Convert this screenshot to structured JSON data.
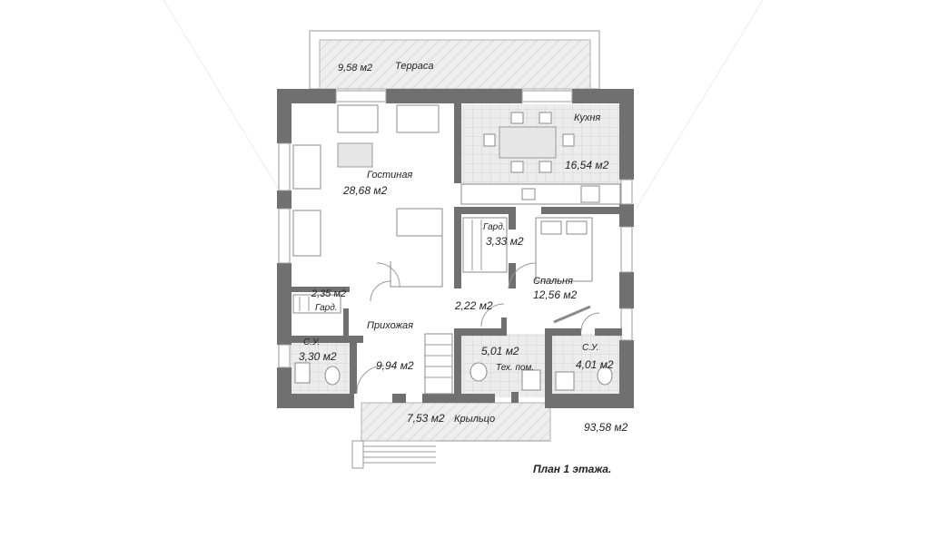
{
  "plan": {
    "title": "План 1 этажа.",
    "total_area": "93,58 м2",
    "rooms": [
      {
        "id": "terrace",
        "name": "Терраса",
        "area": "9,58 м2"
      },
      {
        "id": "living",
        "name": "Гостиная",
        "area": "28,68 м2"
      },
      {
        "id": "kitchen",
        "name": "Кухня",
        "area": "16,54 м2"
      },
      {
        "id": "wardrobe-bedroom",
        "name": "Гард.",
        "area": "3,33 м2"
      },
      {
        "id": "bedroom",
        "name": "Спальня",
        "area": "12,56 м2"
      },
      {
        "id": "corridor",
        "name": "",
        "area": "2,22 м2"
      },
      {
        "id": "wardrobe-hall",
        "name": "Гард.",
        "area": "2,35 м2"
      },
      {
        "id": "hall",
        "name": "Прихожая",
        "area": "9,94 м2"
      },
      {
        "id": "wc-left",
        "name": "С.У.",
        "area": "3,30 м2"
      },
      {
        "id": "tech",
        "name": "Тех. пом.",
        "area": "5,01 м2"
      },
      {
        "id": "wc-right",
        "name": "С.У.",
        "area": "4,01 м2"
      },
      {
        "id": "porch",
        "name": "Крыльцо",
        "area": "7,53 м2"
      }
    ]
  },
  "colors": {
    "wall": "#707070",
    "tile": "#e8e8e8",
    "background": "#ffffff"
  }
}
